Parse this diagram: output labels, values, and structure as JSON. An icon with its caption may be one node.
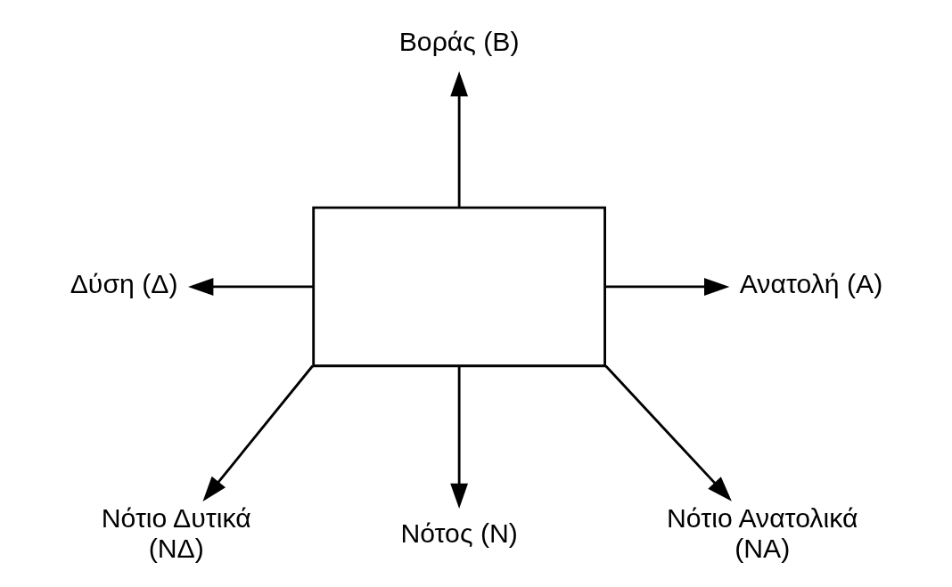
{
  "diagram": {
    "nodes": [
      {
        "text": [
          "Βοράς (Β)"
        ]
      },
      {
        "text": [
          "Δύση (Δ)"
        ]
      },
      {
        "text": [],
        "shape": "box"
      },
      {
        "text": [
          "Ανατολή (Α)"
        ]
      },
      {
        "text": [
          "Νότιο Δυτικά (ΝΔ)"
        ]
      },
      {
        "text": [
          "Νότος (Ν)"
        ]
      },
      {
        "text": [
          "Νότιο Ανατολικά (ΝΑ)"
        ]
      }
    ],
    "edges": [
      {
        "from": 2,
        "to": 0,
        "arrow": "to"
      },
      {
        "from": 2,
        "to": 1,
        "arrow": "to"
      },
      {
        "from": 2,
        "to": 3,
        "arrow": "to"
      },
      {
        "from": 2,
        "to": 4,
        "arrow": "to"
      },
      {
        "from": 2,
        "to": 5,
        "arrow": "to"
      },
      {
        "from": 2,
        "to": 6,
        "arrow": "to"
      }
    ]
  }
}
